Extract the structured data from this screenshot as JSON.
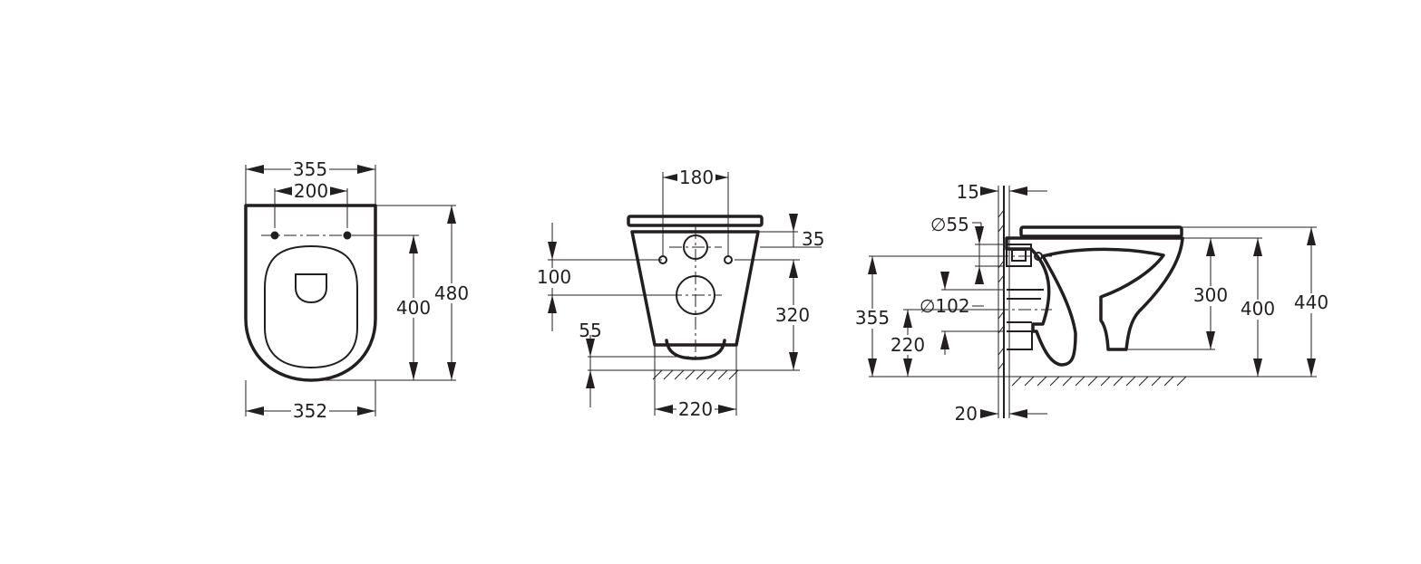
{
  "views": {
    "top": {
      "overall_width": "355",
      "fixing_spacing": "200",
      "overall_depth": "480",
      "fixing_to_front": "400",
      "base_width": "352"
    },
    "front": {
      "fixing_spacing": "180",
      "seat_thickness": "35",
      "fixing_to_outlet": "100",
      "fixing_height": "320",
      "outlet_to_floor": "55",
      "base_width": "220"
    },
    "side": {
      "wall_cover": "15",
      "inlet_diameter": "∅55",
      "outlet_diameter": "∅102",
      "inlet_height": "355",
      "outlet_height": "220",
      "wall_gap": "20",
      "rim_height": "300",
      "bowl_height": "400",
      "seat_height": "440"
    }
  }
}
